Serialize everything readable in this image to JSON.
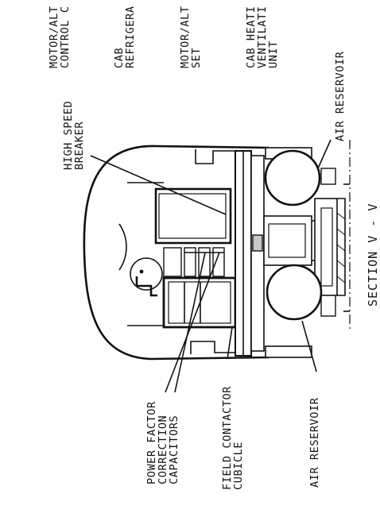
{
  "diagram": {
    "section_title": "SECTION V - V",
    "labels": {
      "motor_alt_control": [
        "MOTOR/ALT",
        "CONTROL C"
      ],
      "cab_refrigeration": [
        "CAB",
        "REFRIGERA"
      ],
      "motor_alt_set": [
        "MOTOR/ALT",
        "SET"
      ],
      "cab_heating": [
        "CAB HEATI",
        "VENTILATI",
        "UNIT"
      ],
      "air_reservoir_top": [
        "AIR RESERVOIR"
      ],
      "high_speed_breaker": [
        "HIGH SPEED",
        "BREAKER"
      ],
      "power_factor": [
        "POWER FACTOR",
        "CORRECTION",
        "CAPACITORS"
      ],
      "field_contactor": [
        "FIELD CONTACTOR",
        "CUBICLE"
      ],
      "air_reservoir_bottom": [
        "AIR RESERVOIR"
      ]
    }
  }
}
